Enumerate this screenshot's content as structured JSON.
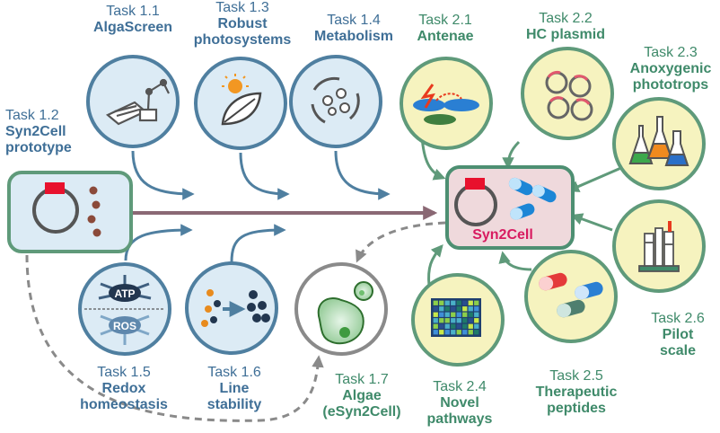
{
  "tasks": [
    {
      "number": "Task 1.1",
      "title": "AlgaScreen"
    },
    {
      "number": "Task 1.2",
      "title": "Syn2Cell\nprototype"
    },
    {
      "number": "Task 1.3",
      "title": "Robust\nphotosystems"
    },
    {
      "number": "Task 1.4",
      "title": "Metabolism"
    },
    {
      "number": "Task 1.5",
      "title": "Redox\nhomeostasis"
    },
    {
      "number": "Task 1.6",
      "title": "Line\nstability"
    },
    {
      "number": "Task 1.7",
      "title": "Algae\n(eSyn2Cell)"
    },
    {
      "number": "Task 2.1",
      "title": "Antenae"
    },
    {
      "number": "Task 2.2",
      "title": "HC plasmid"
    },
    {
      "number": "Task 2.3",
      "title": "Anoxygenic\nphototrops"
    },
    {
      "number": "Task 2.4",
      "title": "Novel\npathways"
    },
    {
      "number": "Task 2.5",
      "title": "Therapeutic\npeptides"
    },
    {
      "number": "Task 2.6",
      "title": "Pilot\nscale"
    }
  ],
  "center_label": "Syn2Cell",
  "icon_text": {
    "atp": "ATP",
    "ros": "ROS"
  },
  "icons": [
    "robot-arm-icon",
    "sun-leaf-icon",
    "metabolism-cycle-icon",
    "antenna-disc-icon",
    "plasmid-rings-icon",
    "flasks-icon",
    "pilot-bioreactor-icon",
    "capsules-icon",
    "pathway-grid-icon",
    "redox-atp-ros-icon",
    "cell-division-icon",
    "alga-cell-icon"
  ],
  "colors": {
    "task1_fill": "#dcebf5",
    "task1_stroke": "#4f7fa0",
    "task2_fill": "#f6f3bf",
    "task2_stroke": "#5f9a7a",
    "center_fill": "#efd9dc",
    "center_stroke": "#4d8f72",
    "main_arrow": "#8a6874",
    "dashed": "#8a8a8a"
  }
}
